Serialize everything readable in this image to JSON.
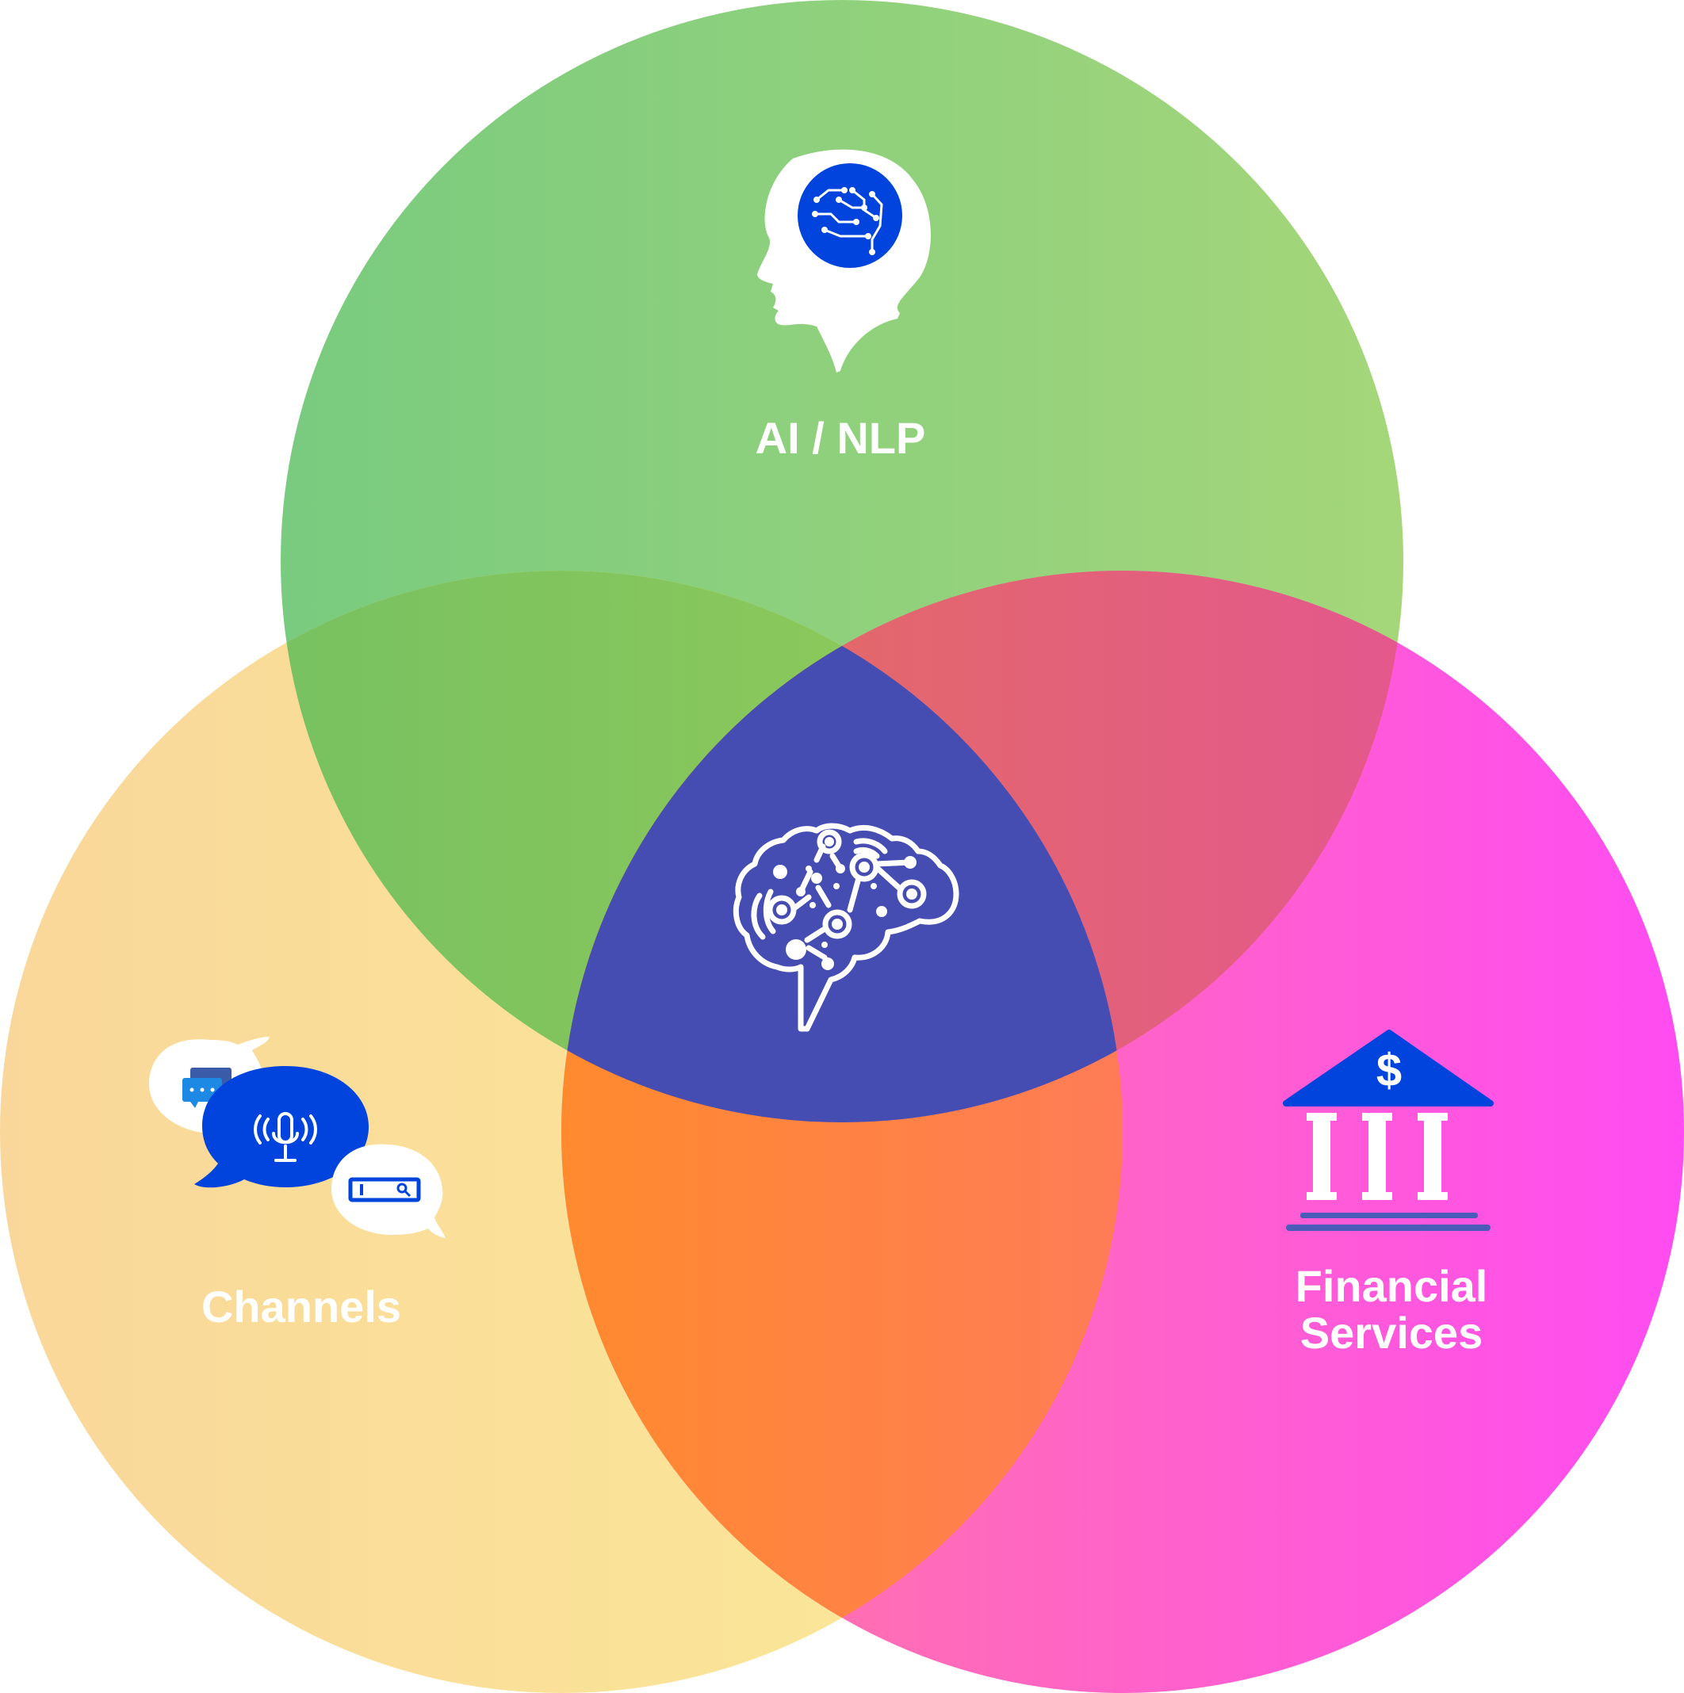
{
  "diagram": {
    "type": "venn",
    "sets": [
      {
        "id": "ai_nlp",
        "label": "AI / NLP",
        "icon": "head-circuit-brain-icon",
        "color_from": "#79CB7F",
        "color_to": "#A5D67A"
      },
      {
        "id": "channels",
        "label": "Channels",
        "icon": "chat-bubbles-icon",
        "color_from": "#F9D79A",
        "color_to": "#FBEA97"
      },
      {
        "id": "financial",
        "label_lines": [
          "Financial",
          "Services"
        ],
        "icon": "bank-dollar-icon",
        "color_from": "#FF739A",
        "color_to": "#FF4CF0"
      }
    ],
    "center": {
      "icon": "ai-brain-network-icon",
      "color": "#454CB2"
    },
    "overlap_colors": {
      "ai_channels": "#86C95C",
      "ai_financial": "#E4607F",
      "channels_financial": "#FF7E4E"
    },
    "accent": "#0044DD"
  }
}
